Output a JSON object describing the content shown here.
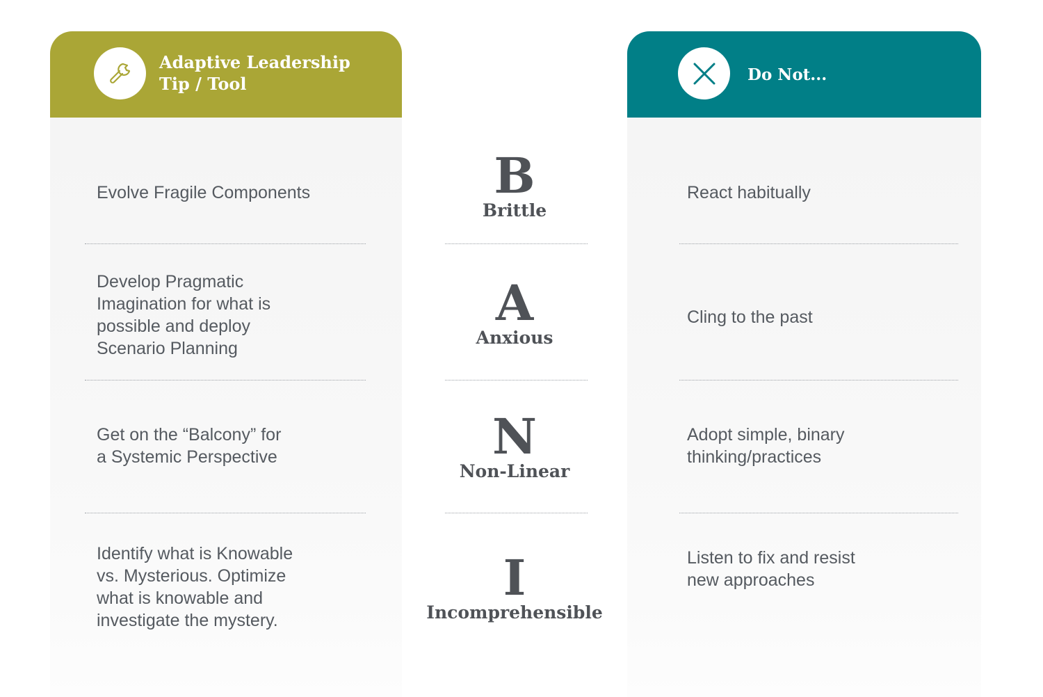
{
  "left_panel": {
    "header": {
      "icon": "wrench-icon",
      "title_lines": [
        "Adaptive Leadership",
        "Tip / Tool"
      ],
      "color": "#aaa636"
    },
    "rows": [
      {
        "lines": [
          "Evolve Fragile Components"
        ]
      },
      {
        "lines": [
          "Develop Pragmatic",
          "Imagination for what is",
          "possible and deploy",
          "Scenario Planning"
        ]
      },
      {
        "lines": [
          "Get on the “Balcony” for",
          "a Systemic Perspective"
        ]
      },
      {
        "lines": [
          "Identify what is Knowable",
          "vs. Mysterious. Optimize",
          "what is knowable and",
          "investigate the mystery."
        ]
      }
    ]
  },
  "center": {
    "items": [
      {
        "letter": "B",
        "word": "Brittle"
      },
      {
        "letter": "A",
        "word": "Anxious"
      },
      {
        "letter": "N",
        "word": "Non-Linear"
      },
      {
        "letter": "I",
        "word": "Incomprehensible"
      }
    ]
  },
  "right_panel": {
    "header": {
      "icon": "close-icon",
      "title": "Do Not...",
      "color": "#017f87"
    },
    "rows": [
      {
        "lines": [
          "React habitually"
        ]
      },
      {
        "lines": [
          "Cling to the past"
        ]
      },
      {
        "lines": [
          "Adopt simple, binary",
          "thinking/practices"
        ]
      },
      {
        "lines": [
          "Listen to fix and resist",
          "new approaches"
        ]
      }
    ]
  }
}
